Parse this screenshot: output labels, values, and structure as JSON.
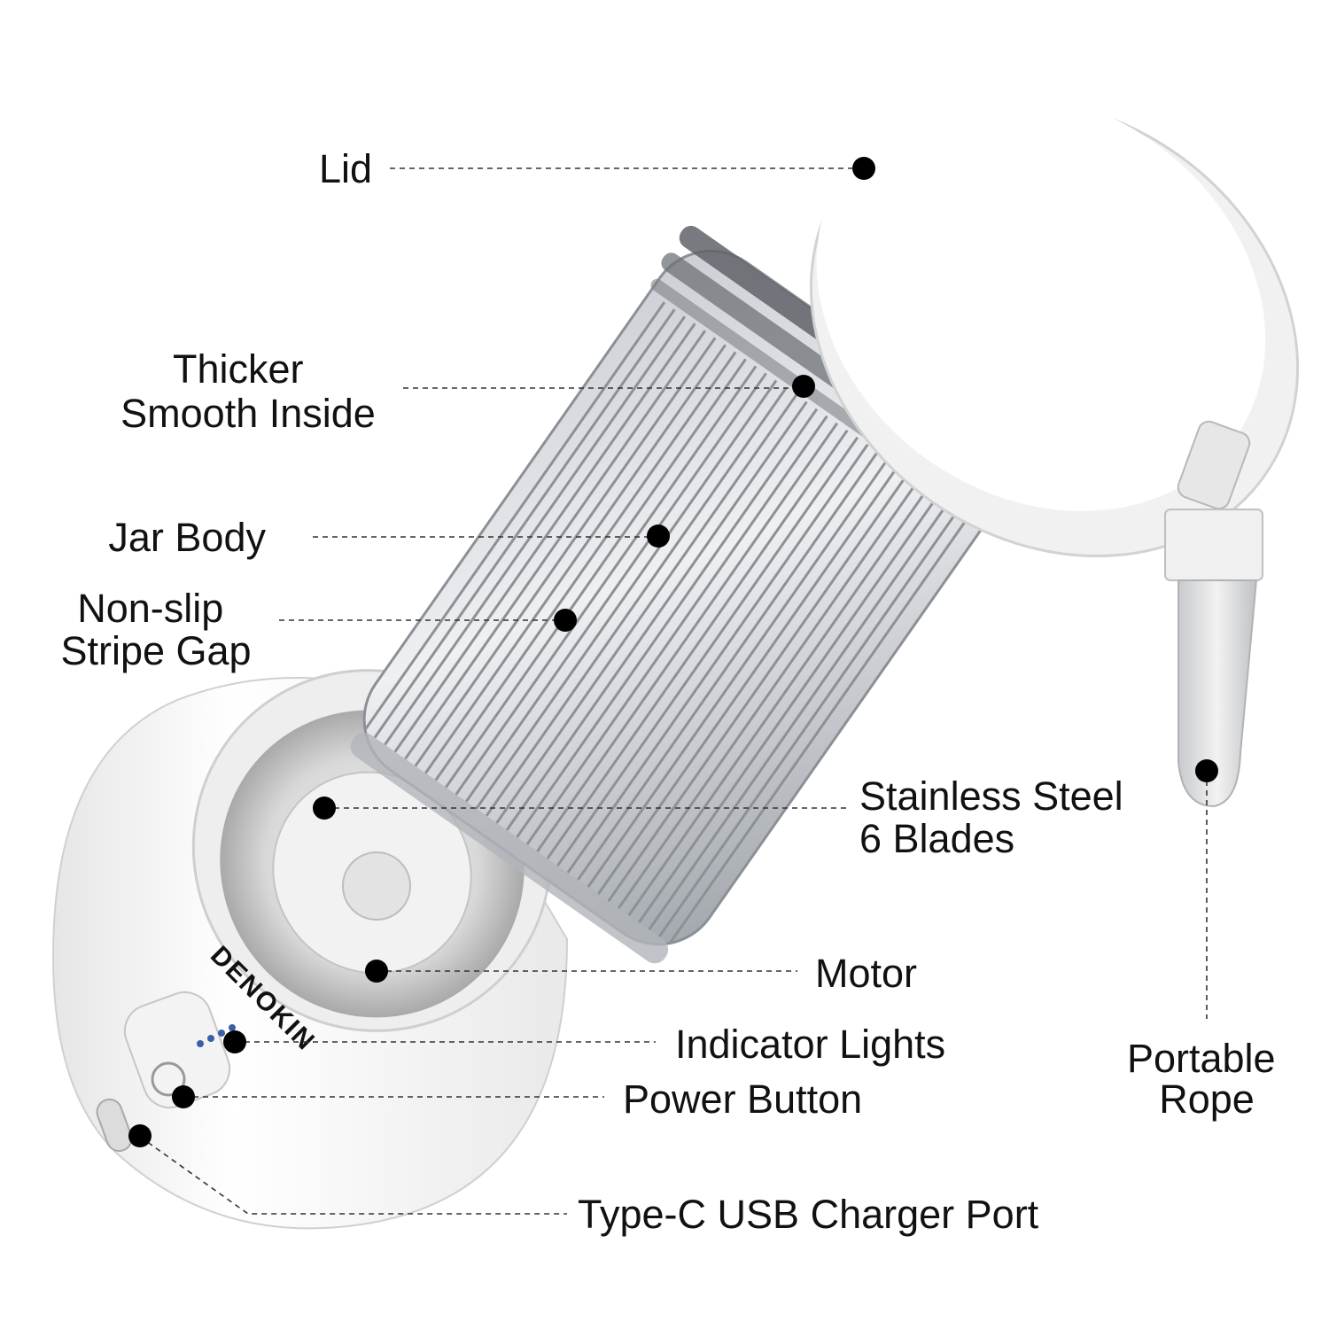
{
  "brand": "DENOKIN",
  "labels": {
    "lid": "Lid",
    "smooth_inside": [
      "Thicker",
      "Smooth Inside"
    ],
    "jar_body": "Jar Body",
    "stripe_gap": [
      "Non-slip",
      "Stripe Gap"
    ],
    "blades": [
      "Stainless Steel",
      "6 Blades"
    ],
    "motor": "Motor",
    "indicator_lights": "Indicator Lights",
    "power_button": "Power Button",
    "charger_port": "Type-C USB Charger Port",
    "rope": [
      "Portable",
      "Rope"
    ]
  },
  "colors": {
    "text": "#111111",
    "dot": "#000000",
    "body_white": "#f7f7f7",
    "jar_grey": "#b6babf",
    "indicator_blue": "#3a5fa8"
  }
}
